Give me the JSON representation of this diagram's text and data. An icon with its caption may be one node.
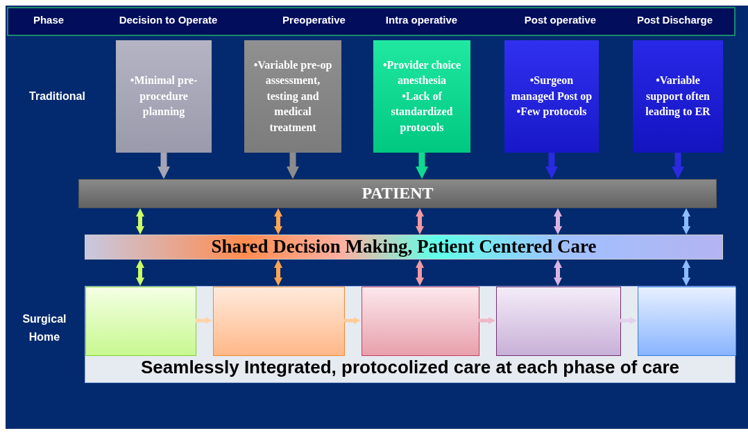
{
  "diagram": {
    "nodes": [
      {
        "text": [
          "•Minimal pre-procedure planning"
        ]
      },
      {
        "text": [
          "•Variable pre-op assessment, testing and medical treatment"
        ]
      },
      {
        "text": [
          "•Provider choice anesthesia",
          "•Lack of standardized protocols"
        ]
      },
      {
        "text": [
          "•Surgeon managed Post op",
          "•Few protocols"
        ]
      },
      {
        "text": [
          "•Variable support often leading to ER"
        ]
      },
      {
        "text": [
          "PATIENT"
        ]
      },
      {
        "text": [
          "Shared Decision Making, Patient Centered Care"
        ]
      },
      {
        "text": [
          "Seamlessly Integrated, protocolized care at each phase of care"
        ]
      },
      {
        "text": [],
        "shape": "box",
        "in": 7
      },
      {
        "text": [],
        "shape": "box",
        "in": 7
      },
      {
        "text": [],
        "shape": "box",
        "in": 7
      },
      {
        "text": [],
        "shape": "box",
        "in": 7
      },
      {
        "text": [],
        "shape": "box",
        "in": 7
      }
    ],
    "edges": [
      {
        "from": 0,
        "to": 5,
        "arrow": "to",
        "color": "#a4a4b4"
      },
      {
        "from": 1,
        "to": 5,
        "arrow": "to",
        "color": "#8c8c8c"
      },
      {
        "from": 2,
        "to": 5,
        "arrow": "to",
        "color": "#10d890"
      },
      {
        "from": 3,
        "to": 5,
        "arrow": "to",
        "color": "#2a2ae0"
      },
      {
        "from": 4,
        "to": 5,
        "arrow": "to",
        "color": "#2a2ae0"
      },
      {
        "from": 5,
        "to": 6,
        "arrow": "both",
        "color": "#ccff66"
      },
      {
        "from": 5,
        "to": 6,
        "arrow": "both",
        "color": "#ffa550"
      },
      {
        "from": 5,
        "to": 6,
        "arrow": "both",
        "color": "#f29aa2"
      },
      {
        "from": 5,
        "to": 6,
        "arrow": "both",
        "color": "#dcb4e4"
      },
      {
        "from": 5,
        "to": 6,
        "arrow": "both",
        "color": "#8cbcff"
      },
      {
        "from": 6,
        "to": 8,
        "arrow": "both",
        "color": "#ccff66"
      },
      {
        "from": 6,
        "to": 9,
        "arrow": "both",
        "color": "#ffa550"
      },
      {
        "from": 6,
        "to": 10,
        "arrow": "both",
        "color": "#f29aa2"
      },
      {
        "from": 6,
        "to": 11,
        "arrow": "both",
        "color": "#dcb4e4"
      },
      {
        "from": 6,
        "to": 12,
        "arrow": "both",
        "color": "#8cbcff"
      },
      {
        "from": 8,
        "to": 9,
        "arrow": "to",
        "color": "#ffd4a8"
      },
      {
        "from": 9,
        "to": 10,
        "arrow": "to",
        "color": "#ffcc99"
      },
      {
        "from": 10,
        "to": 11,
        "arrow": "to",
        "color": "#f0b8c4"
      },
      {
        "from": 11,
        "to": 12,
        "arrow": "to",
        "color": "#e4d0ec"
      }
    ],
    "labels": [
      "Phase",
      "Decision to Operate",
      "Preoperative",
      "Intra operative",
      "Post operative",
      "Post Discharge",
      "Traditional",
      "Surgical Home"
    ]
  }
}
